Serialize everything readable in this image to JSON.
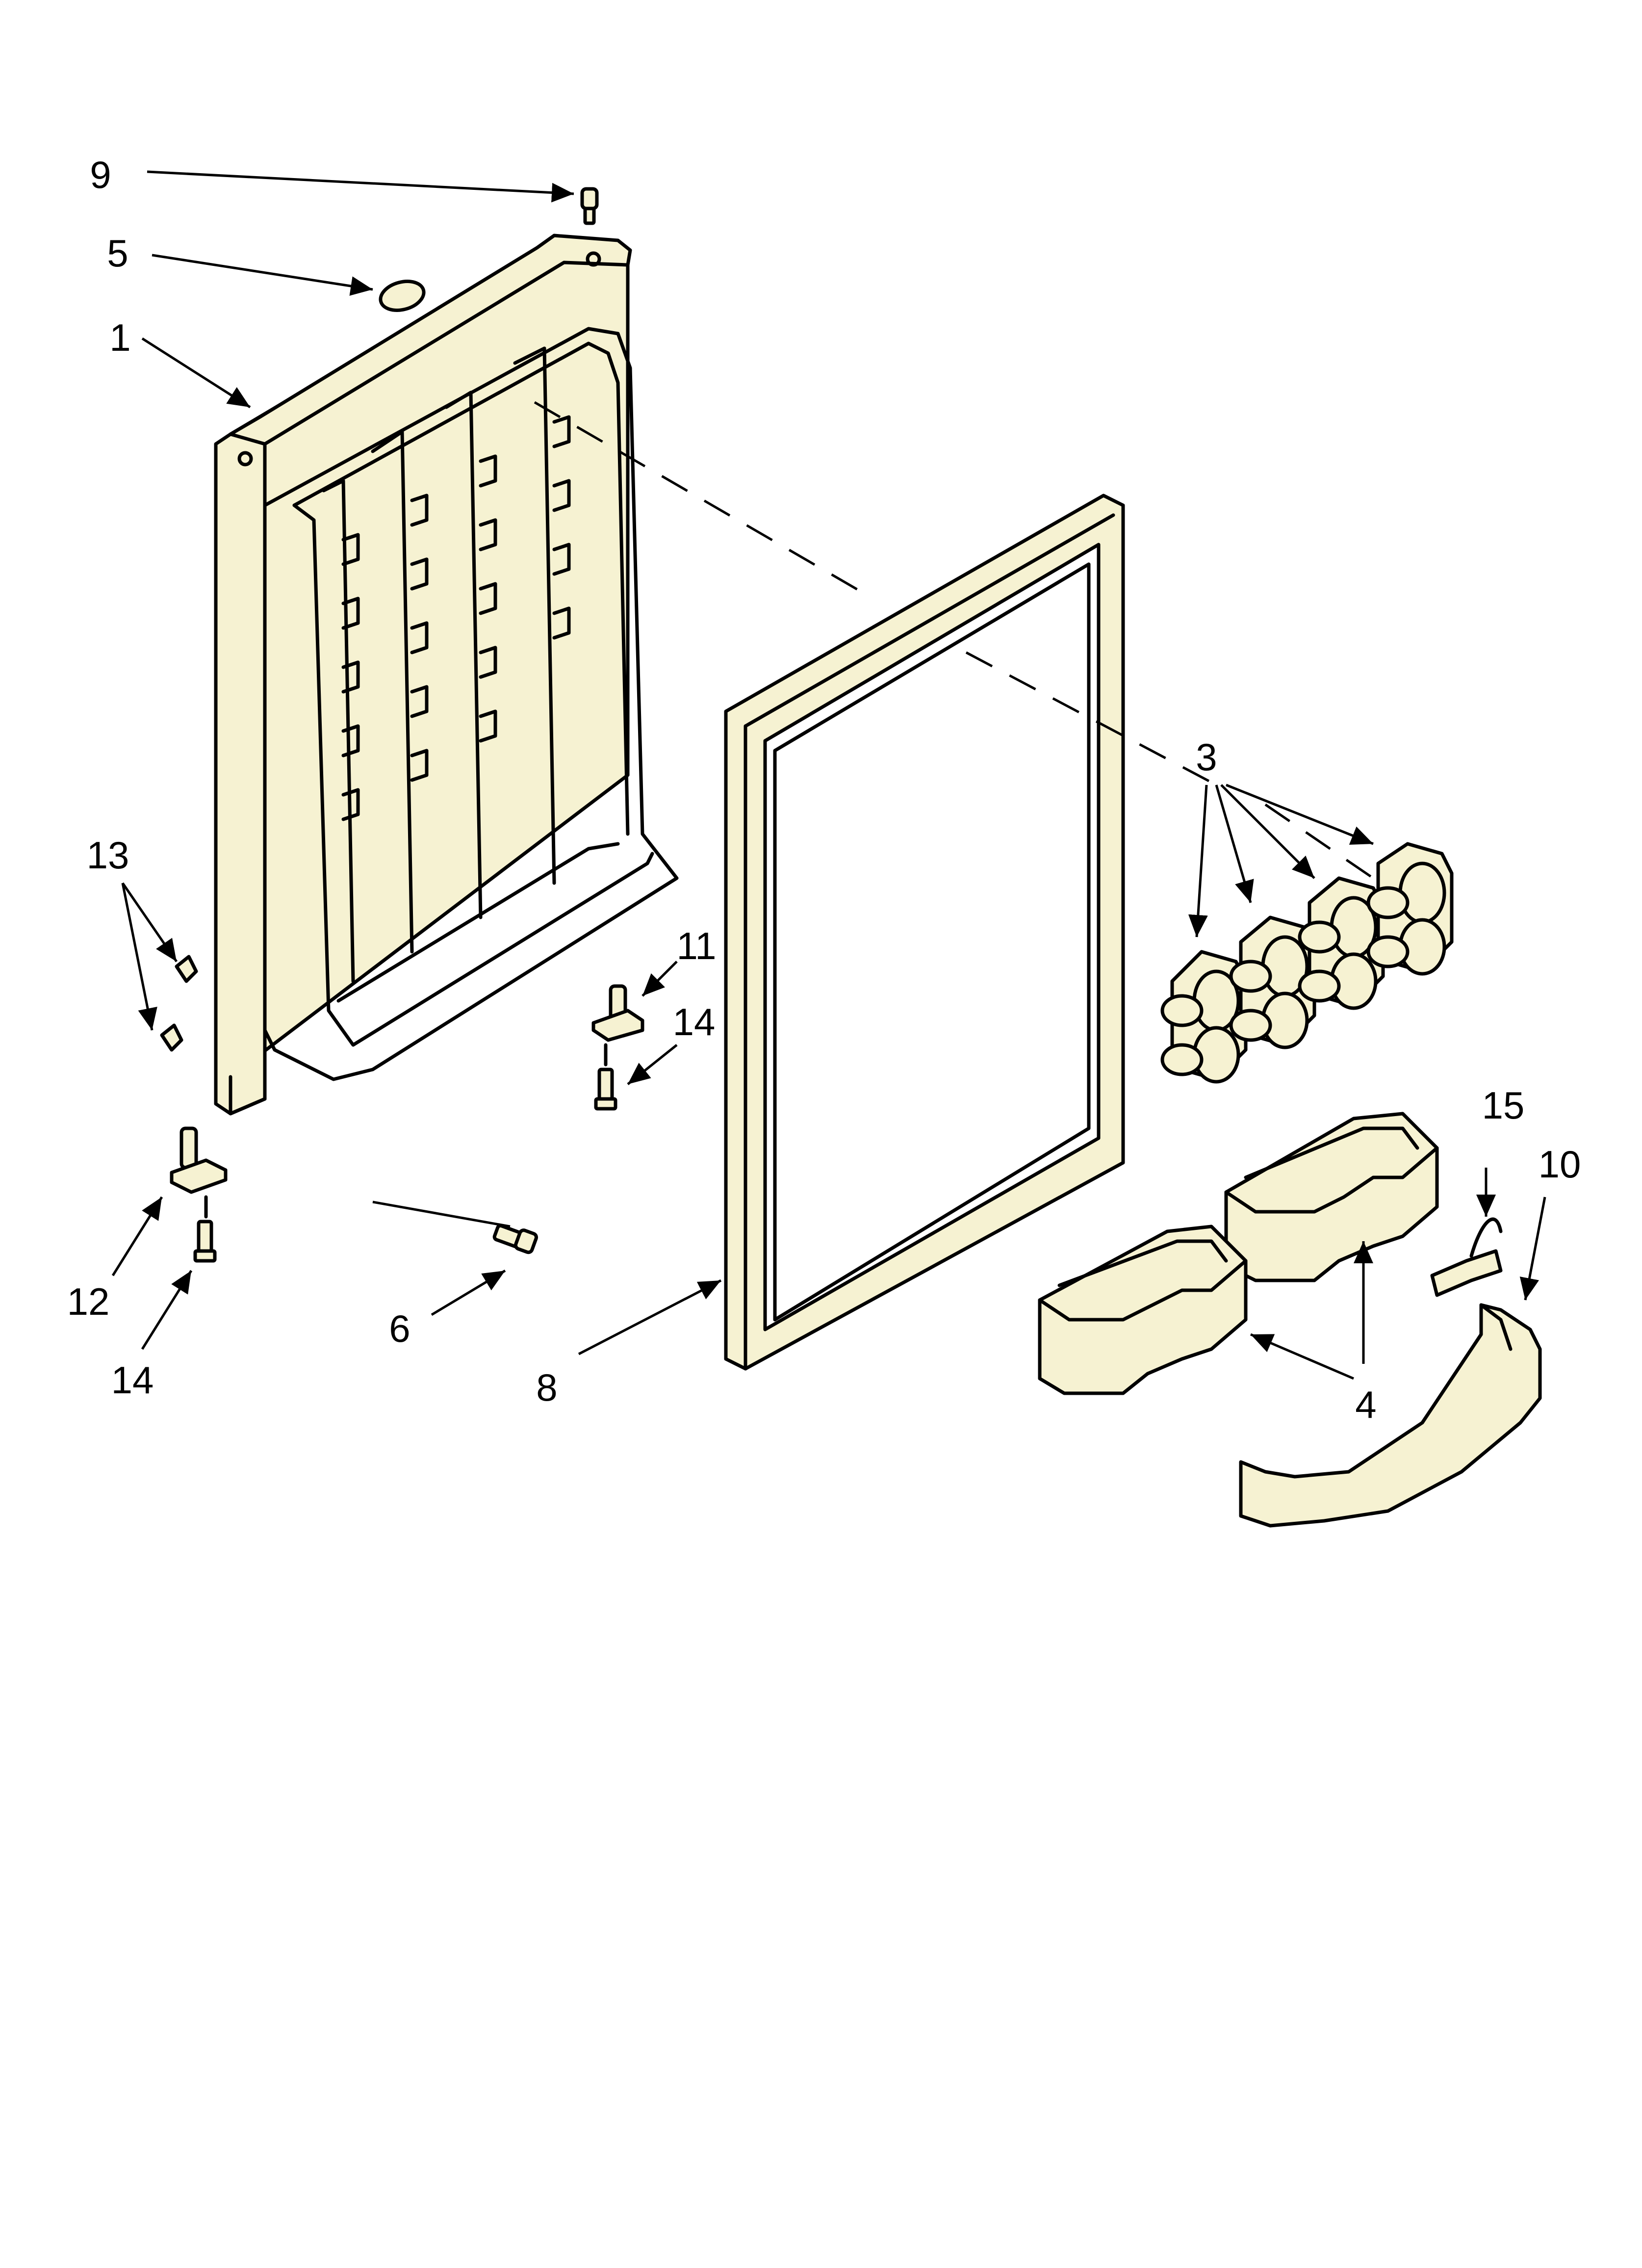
{
  "callouts": [
    {
      "id": "9",
      "label": "9"
    },
    {
      "id": "5",
      "label": "5"
    },
    {
      "id": "1",
      "label": "1"
    },
    {
      "id": "3",
      "label": "3"
    },
    {
      "id": "13",
      "label": "13"
    },
    {
      "id": "11",
      "label": "11"
    },
    {
      "id": "14a",
      "label": "14"
    },
    {
      "id": "15",
      "label": "15"
    },
    {
      "id": "10",
      "label": "10"
    },
    {
      "id": "12",
      "label": "12"
    },
    {
      "id": "14b",
      "label": "14"
    },
    {
      "id": "6",
      "label": "6"
    },
    {
      "id": "8",
      "label": "8"
    },
    {
      "id": "4",
      "label": "4"
    }
  ],
  "colors": {
    "part_fill": "#f6f2d2",
    "line": "#000000",
    "background": "#ffffff"
  }
}
